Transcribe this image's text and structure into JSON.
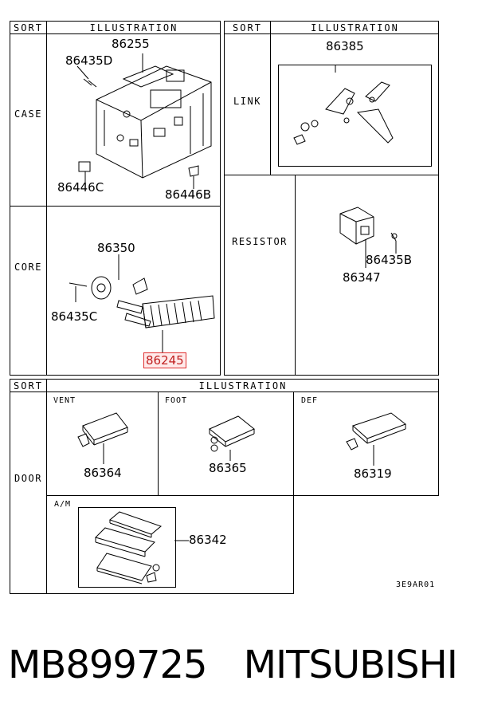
{
  "headers": {
    "sort": "SORT",
    "illustration": "ILLUSTRATION"
  },
  "sorts": {
    "case": "CASE",
    "link": "LINK",
    "core": "CORE",
    "resistor": "RESISTOR",
    "door": "DOOR"
  },
  "door_subsections": {
    "vent": "VENT",
    "foot": "FOOT",
    "def": "DEF",
    "am": "A/M"
  },
  "parts": {
    "case": [
      "86255",
      "86435D",
      "86446C",
      "86446B"
    ],
    "link": [
      "86385"
    ],
    "core": [
      "86350",
      "86435C",
      "86245"
    ],
    "resistor": [
      "86435B",
      "86347"
    ],
    "door_vent": "86364",
    "door_foot": "86365",
    "door_def": "86319",
    "door_am": "86342"
  },
  "diagram_code": "3E9AR01",
  "footer": {
    "part_number": "MB899725",
    "brand": "MITSUBISHI"
  }
}
